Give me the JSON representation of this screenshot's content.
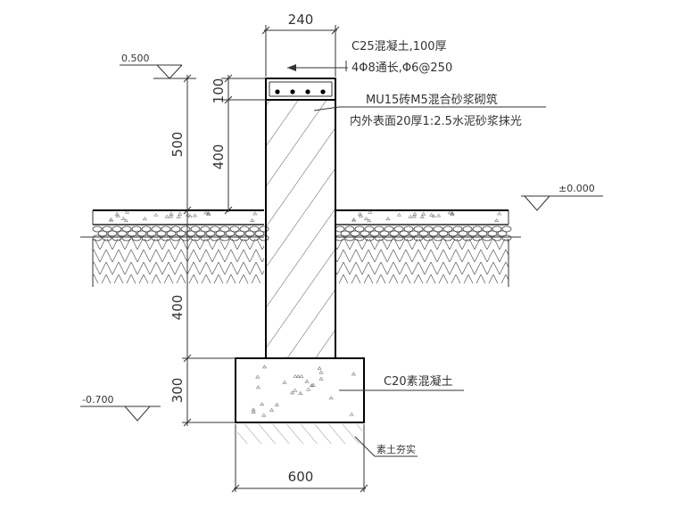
{
  "dimensions": {
    "top_width": "240",
    "bottom_width": "600",
    "cap_height": "100",
    "wall_above_ground": "400",
    "total_above_ground": "500",
    "below_ground_wall": "400",
    "footing_height": "300"
  },
  "elevations": {
    "top": "0.500",
    "ground": "±0.000",
    "bottom": "-0.700"
  },
  "annotations": {
    "cap_concrete": "C25混凝土,100厚",
    "rebar": "4Φ8通长,Φ6@250",
    "masonry": "MU15砖M5混合砂浆砌筑",
    "plaster": "内外表面20厚1:2.5水泥砂浆抹光",
    "footing": "C20素混凝土",
    "soil": "素土夯实"
  }
}
